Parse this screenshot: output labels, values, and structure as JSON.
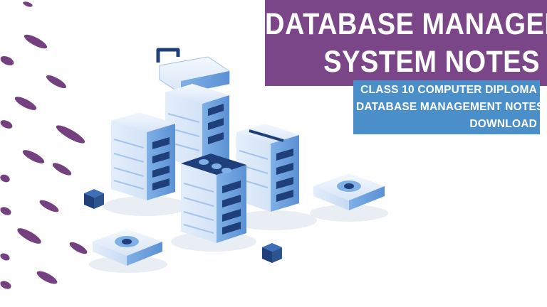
{
  "title": {
    "line1": "DATABASE MANAGEMENT",
    "line2": "SYSTEM NOTES"
  },
  "subtitle": {
    "line1": "CLASS 10 COMPUTER DIPLOMA",
    "line2": "DATABASE MANAGEMENT NOTES",
    "line3": "DOWNLOAD"
  },
  "colors": {
    "title_bg": "#7b4688",
    "subtitle_bg": "#4a8fc9",
    "dash": "#74407f",
    "server_face": "#dbe8f8",
    "server_side": "#6ea3dc",
    "server_dark": "#1e3f7a"
  },
  "illustration": {
    "icons": [
      "server-rack-icon",
      "cloud-lock-icon",
      "router-icon",
      "data-cube-icon"
    ]
  }
}
